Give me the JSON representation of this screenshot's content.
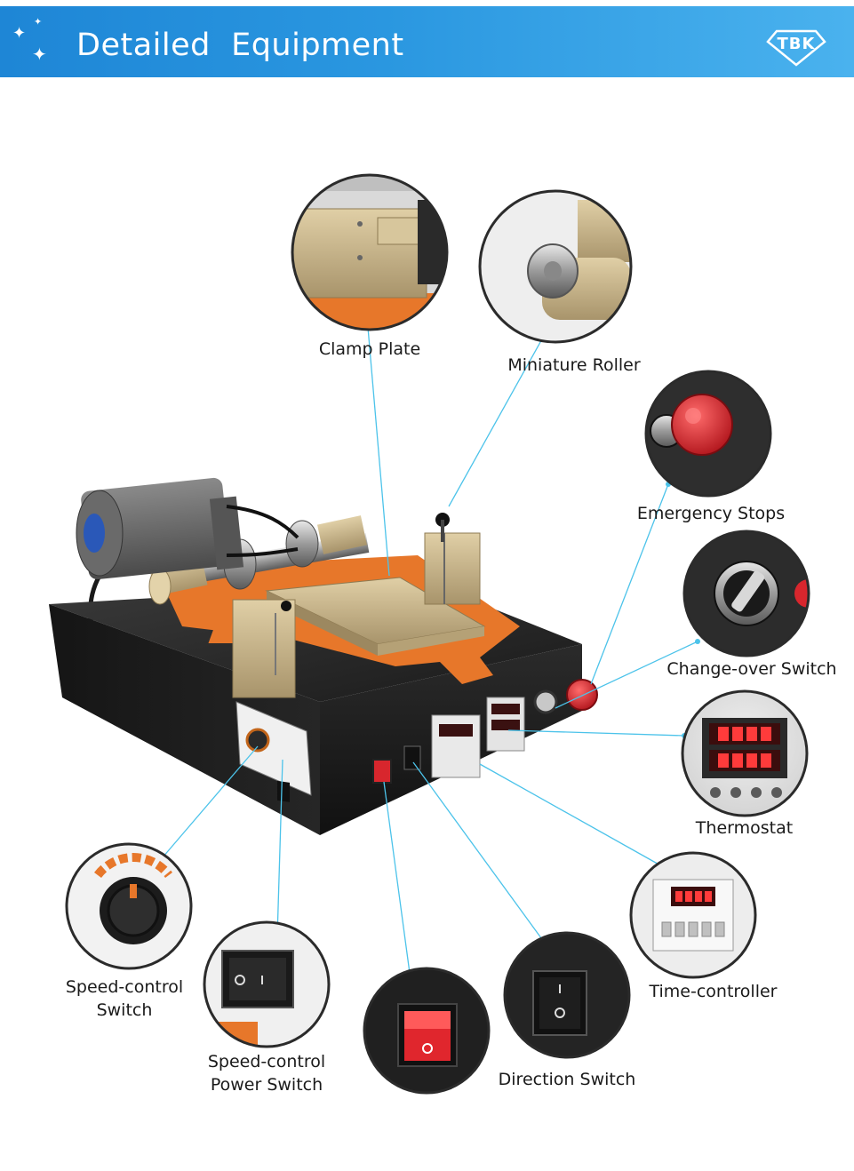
{
  "header": {
    "title": "Detailed  Equipment",
    "logo_text": "TBK",
    "colors": {
      "banner": "#2a97e0",
      "text": "#ffffff"
    }
  },
  "callouts": {
    "clamp_plate": "Clamp Plate",
    "miniature_roller": "Miniature Roller",
    "emergency_stops": "Emergency Stops",
    "change_over_switch": "Change-over Switch",
    "thermostat": "Thermostat",
    "time_controller": "Time-controller",
    "speed_control_switch_line1": "Speed-control",
    "speed_control_switch_line2": "Switch",
    "speed_power_switch_line1": "Speed-control",
    "speed_power_switch_line2": "Power Switch",
    "direction_switch": "Direction Switch"
  },
  "colors": {
    "leader_line": "#4cc3ea",
    "circle_border": "#2b2b2b",
    "machine_body": "#1f1f1f",
    "orange_plate": "#e7772a",
    "brass": "#c9b48a",
    "red_button": "#d8262d"
  }
}
